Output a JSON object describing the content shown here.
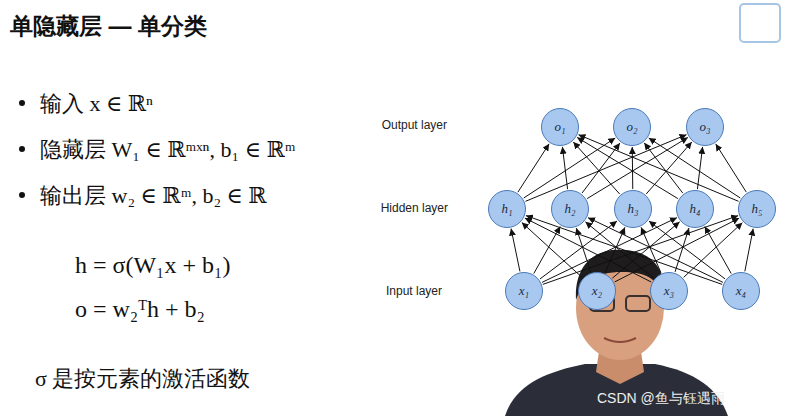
{
  "diagram": {
    "title": "单隐藏层 — 单分类",
    "nodes": [
      {
        "text": [
          "o₁"
        ]
      },
      {
        "text": [
          "o₂"
        ]
      },
      {
        "text": [
          "o₃"
        ]
      },
      {
        "text": [
          "h₁"
        ]
      },
      {
        "text": [
          "h₂"
        ]
      },
      {
        "text": [
          "h₃"
        ]
      },
      {
        "text": [
          "h₄"
        ]
      },
      {
        "text": [
          "h₅"
        ]
      },
      {
        "text": [
          "x₁"
        ]
      },
      {
        "text": [
          "x₂"
        ]
      },
      {
        "text": [
          "x₃"
        ]
      },
      {
        "text": [
          "x₄"
        ]
      }
    ],
    "edges": [
      {
        "from": 8,
        "to": 3,
        "arrow": "to"
      },
      {
        "from": 8,
        "to": 4,
        "arrow": "to"
      },
      {
        "from": 8,
        "to": 5,
        "arrow": "to"
      },
      {
        "from": 8,
        "to": 6,
        "arrow": "to"
      },
      {
        "from": 8,
        "to": 7,
        "arrow": "to"
      },
      {
        "from": 9,
        "to": 3,
        "arrow": "to"
      },
      {
        "from": 9,
        "to": 4,
        "arrow": "to"
      },
      {
        "from": 9,
        "to": 5,
        "arrow": "to"
      },
      {
        "from": 9,
        "to": 6,
        "arrow": "to"
      },
      {
        "from": 9,
        "to": 7,
        "arrow": "to"
      },
      {
        "from": 10,
        "to": 3,
        "arrow": "to"
      },
      {
        "from": 10,
        "to": 4,
        "arrow": "to"
      },
      {
        "from": 10,
        "to": 5,
        "arrow": "to"
      },
      {
        "from": 10,
        "to": 6,
        "arrow": "to"
      },
      {
        "from": 10,
        "to": 7,
        "arrow": "to"
      },
      {
        "from": 11,
        "to": 3,
        "arrow": "to"
      },
      {
        "from": 11,
        "to": 4,
        "arrow": "to"
      },
      {
        "from": 11,
        "to": 5,
        "arrow": "to"
      },
      {
        "from": 11,
        "to": 6,
        "arrow": "to"
      },
      {
        "from": 11,
        "to": 7,
        "arrow": "to"
      },
      {
        "from": 3,
        "to": 0,
        "arrow": "to"
      },
      {
        "from": 3,
        "to": 1,
        "arrow": "to"
      },
      {
        "from": 3,
        "to": 2,
        "arrow": "to"
      },
      {
        "from": 4,
        "to": 0,
        "arrow": "to"
      },
      {
        "from": 4,
        "to": 1,
        "arrow": "to"
      },
      {
        "from": 4,
        "to": 2,
        "arrow": "to"
      },
      {
        "from": 5,
        "to": 0,
        "arrow": "to"
      },
      {
        "from": 5,
        "to": 1,
        "arrow": "to"
      },
      {
        "from": 5,
        "to": 2,
        "arrow": "to"
      },
      {
        "from": 6,
        "to": 0,
        "arrow": "to"
      },
      {
        "from": 6,
        "to": 1,
        "arrow": "to"
      },
      {
        "from": 6,
        "to": 2,
        "arrow": "to"
      },
      {
        "from": 7,
        "to": 0,
        "arrow": "to"
      },
      {
        "from": 7,
        "to": 1,
        "arrow": "to"
      },
      {
        "from": 7,
        "to": 2,
        "arrow": "to"
      }
    ],
    "labels": [
      "输入 x ∈ ℝⁿ",
      "隐藏层 W₁ ∈ ℝᵐˣⁿ, b₁ ∈ ℝᵐ",
      "输出层 w₂ ∈ ℝᵐ, b₂ ∈ ℝ",
      "h = σ(W₁x + b₁)",
      "o = w₂ᵀh + b₂",
      "σ 是按元素的激活函数",
      "Output layer",
      "Hidden layer",
      "Input layer",
      "CSDN @鱼与钰遇雨"
    ]
  }
}
